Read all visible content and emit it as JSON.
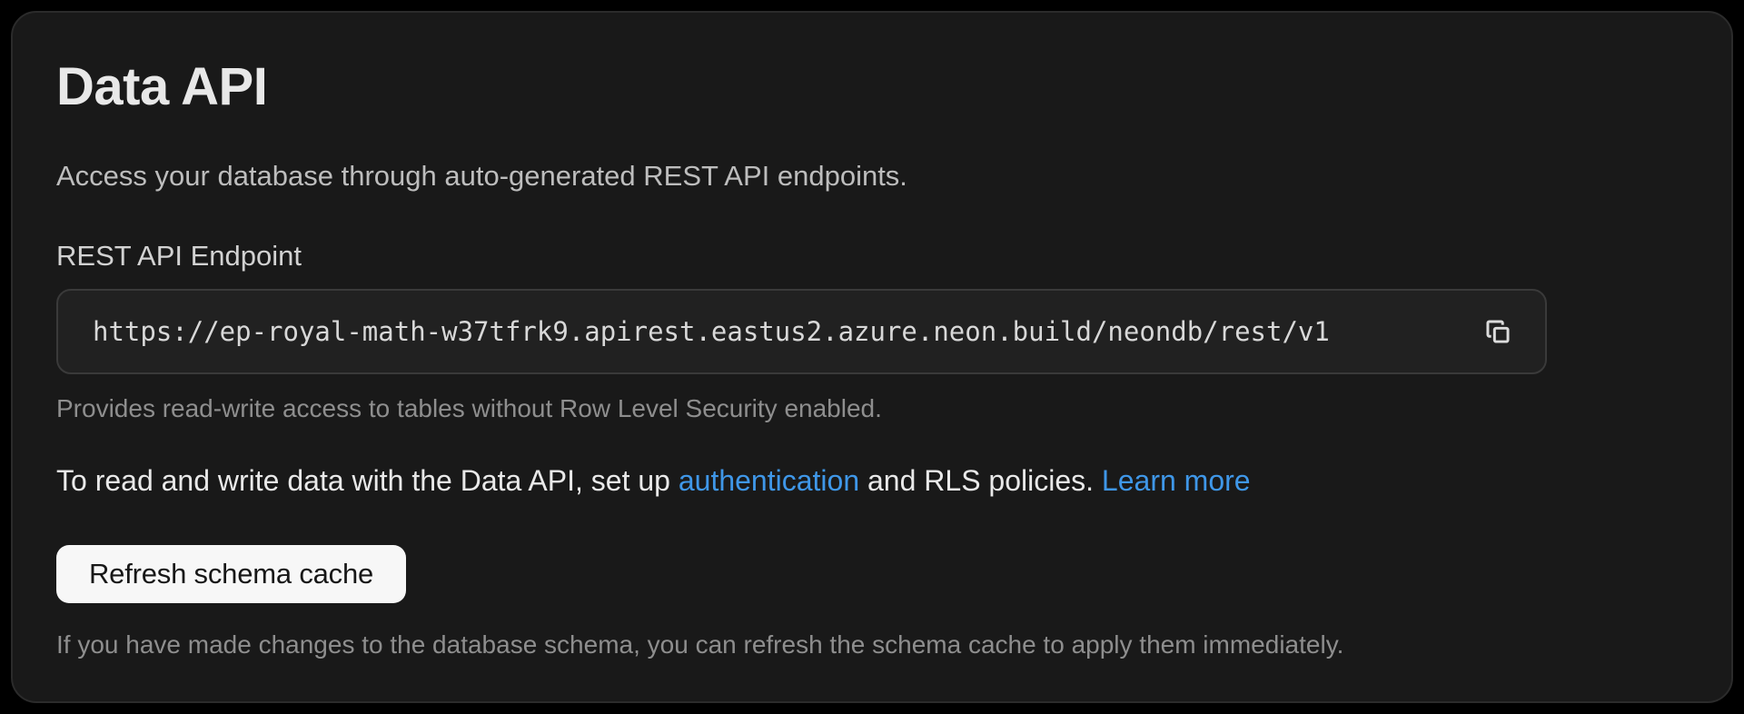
{
  "page": {
    "title": "Data API",
    "description": "Access your database through auto-generated REST API endpoints."
  },
  "endpoint": {
    "label": "REST API Endpoint",
    "url": "https://ep-royal-math-w37tfrk9.apirest.eastus2.azure.neon.build/neondb/rest/v1",
    "copy_icon": "copy-icon",
    "helper": "Provides read-write access to tables without Row Level Security enabled."
  },
  "cta": {
    "prefix": "To read and write data with the Data API, set up ",
    "auth_link_label": "authentication",
    "middle": " and RLS policies. ",
    "learn_more_label": "Learn more"
  },
  "schema_cache": {
    "button_label": "Refresh schema cache",
    "helper": "If you have made changes to the database schema, you can refresh the schema cache to apply them immediately."
  },
  "colors": {
    "page_background": "#000000",
    "card_background": "#191919",
    "card_border": "#2b2b2b",
    "input_background": "#212121",
    "input_border": "#3a3a3a",
    "link": "#3f97e8",
    "primary_button_background": "#f7f7f7",
    "primary_button_text": "#171717",
    "muted_text": "#8e8e8e"
  }
}
